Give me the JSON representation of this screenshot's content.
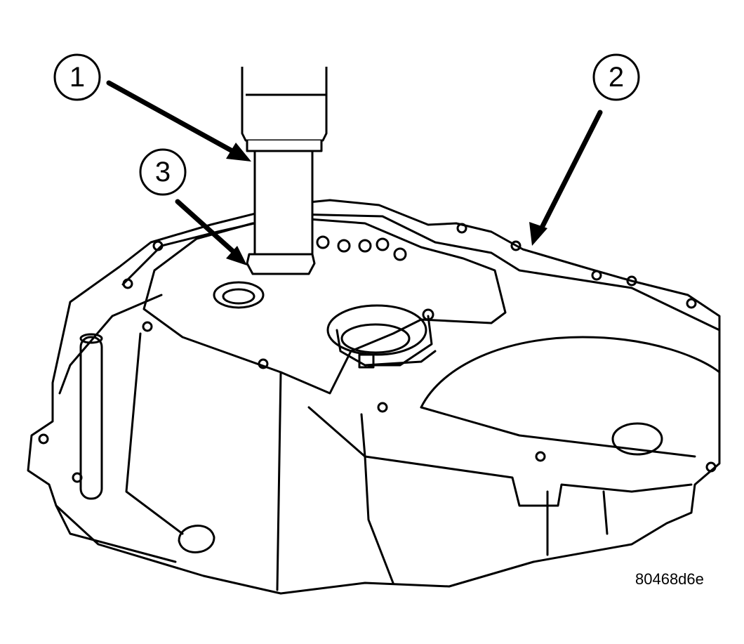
{
  "figure": {
    "code": "80468d6e",
    "callouts": [
      {
        "number": "1",
        "target": "installer-tool"
      },
      {
        "number": "2",
        "target": "transaxle-case"
      },
      {
        "number": "3",
        "target": "bearing-seal"
      }
    ]
  },
  "colors": {
    "line": "#000000",
    "background": "#ffffff"
  }
}
